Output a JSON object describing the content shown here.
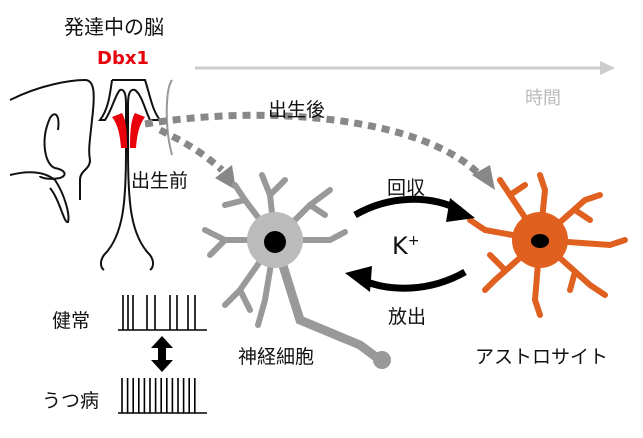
{
  "title": "発達中の脳",
  "gene": "Dbx1",
  "time_label": "時間",
  "postnatal": "出生後",
  "prenatal": "出生前",
  "uptake": "回収",
  "release": "放出",
  "ion": "K",
  "ion_charge": "+",
  "neuron": "神経細胞",
  "astrocyte": "アストロサイト",
  "healthy": "健常",
  "depression": "うつ病",
  "colors": {
    "red": "#e8000b",
    "astro": "#e06020",
    "gray": "#888888"
  }
}
